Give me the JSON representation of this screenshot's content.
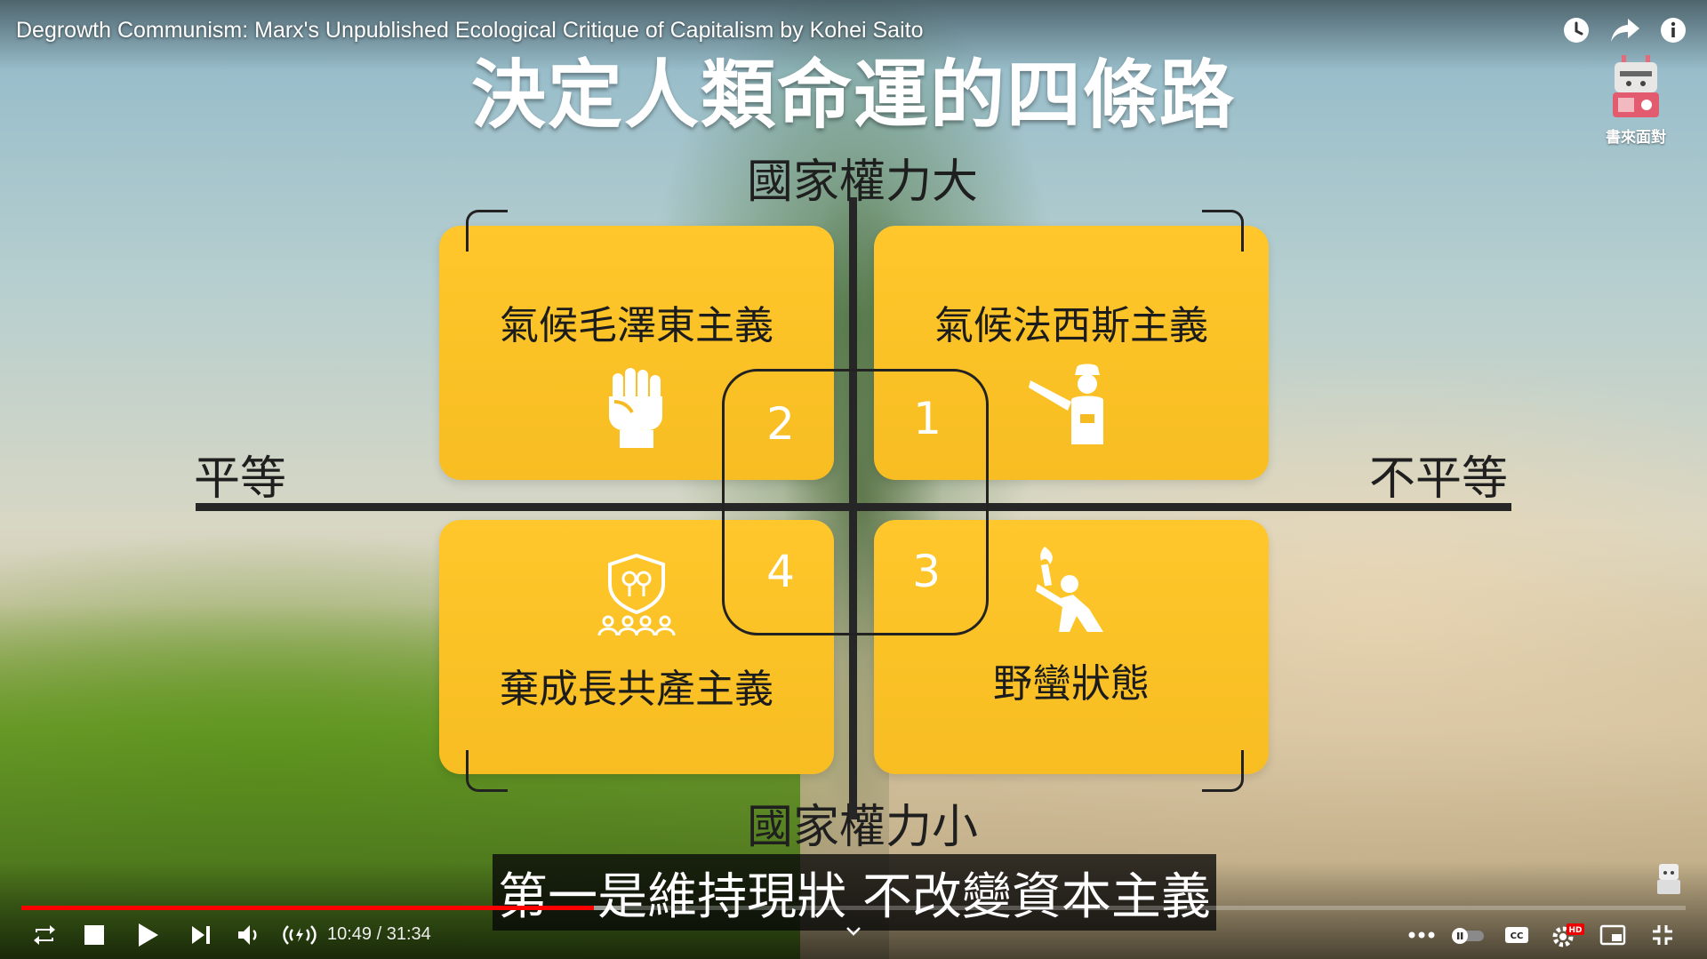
{
  "player": {
    "video_title": "Degrowth Communism: Marx's Unpublished Ecological Critique of Capitalism by Kohei Saito",
    "top_icons": [
      "clock-icon",
      "share-icon",
      "info-icon"
    ],
    "channel_name": "書來面對"
  },
  "slide": {
    "title": "決定人類命運的四條路",
    "axis_top": "國家權力大",
    "axis_bottom": "國家權力小",
    "axis_left": "平等",
    "axis_right": "不平等",
    "quadrants": [
      {
        "label": "氣候毛澤東主義",
        "number": "2",
        "icon": "raised-fist-icon"
      },
      {
        "label": "氣候法西斯主義",
        "number": "1",
        "icon": "police-officer-icon"
      },
      {
        "label": "棄成長共產主義",
        "number": "4",
        "icon": "community-shield-icon"
      },
      {
        "label": "野蠻狀態",
        "number": "3",
        "icon": "torch-bearer-icon"
      }
    ]
  },
  "subtitle": "第一是維持現狀 不改變資本主義",
  "controls": {
    "time": "10:49 / 31:34",
    "progress_played": 0.3442,
    "progress_loaded": 0.36,
    "quality_badge": "HD",
    "icons": [
      "loop-icon",
      "stop-icon",
      "play-icon",
      "next-icon",
      "volume-icon",
      "live-icon",
      "more-icon",
      "autoplay-toggle",
      "captions-icon",
      "settings-icon",
      "miniplayer-icon",
      "exit-fullscreen-icon"
    ]
  },
  "colors": {
    "quadrant": "#ffc72b",
    "progress": "#ff0000",
    "axis": "#262626"
  }
}
